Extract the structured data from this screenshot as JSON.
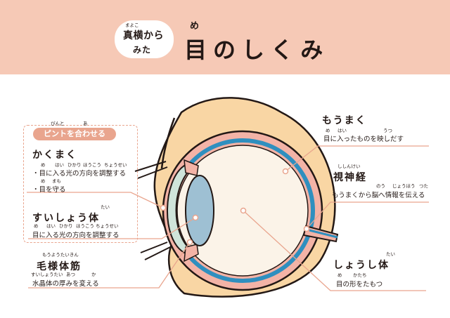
{
  "header": {
    "badge_line1": "真横から",
    "badge_line2": "みた",
    "badge_ruby": "まよこ",
    "title": "目のしくみ",
    "title_ruby": "め"
  },
  "focus_group": {
    "tag": "ピントを合わせる",
    "tag_ruby": [
      "ぴんと",
      "あ"
    ]
  },
  "parts": {
    "cornea": {
      "title": "かくまく",
      "desc1": "・目に入る光の方向を調整する",
      "desc1_ruby": [
        "め",
        "はい",
        "ひかり",
        "ほうこう",
        "ちょうせい"
      ],
      "desc2": "・目を守る",
      "desc2_ruby": [
        "め",
        "まも"
      ]
    },
    "lens": {
      "title": "すいしょう体",
      "title_ruby": "たい",
      "desc": "目に入る光の方向を調整する",
      "desc_ruby": [
        "め",
        "はい",
        "ひかり",
        "ほうこう",
        "ちょうせい"
      ]
    },
    "ciliary": {
      "title": "毛様体筋",
      "title_ruby": "もうようたいきん",
      "desc": "水晶体の厚みを変える",
      "desc_ruby": [
        "すいしょうたい",
        "あつ",
        "か"
      ]
    },
    "retina": {
      "title": "もうまく",
      "desc": "目に入ったものを映しだす",
      "desc_ruby": [
        "め",
        "はい",
        "うつ"
      ]
    },
    "optic_nerve": {
      "title": "視神経",
      "title_ruby": "ししんけい",
      "desc": "もうまくから脳へ情報を伝える",
      "desc_ruby": [
        "のう",
        "じょうほう",
        "つた"
      ]
    },
    "vitreous": {
      "title": "しょうし体",
      "title_ruby": "たい",
      "desc": "目の形をたもつ",
      "desc_ruby": [
        "め",
        "かたち"
      ]
    }
  },
  "colors": {
    "header_bg": "#f6c9b6",
    "skin": "#f9d6a4",
    "sclera_pink": "#f3b3a6",
    "retina_blue": "#2f8fbf",
    "lens_blue": "#9ec0d3",
    "cornea_green": "#cfe4da",
    "accent_line": "#e9a58e"
  }
}
